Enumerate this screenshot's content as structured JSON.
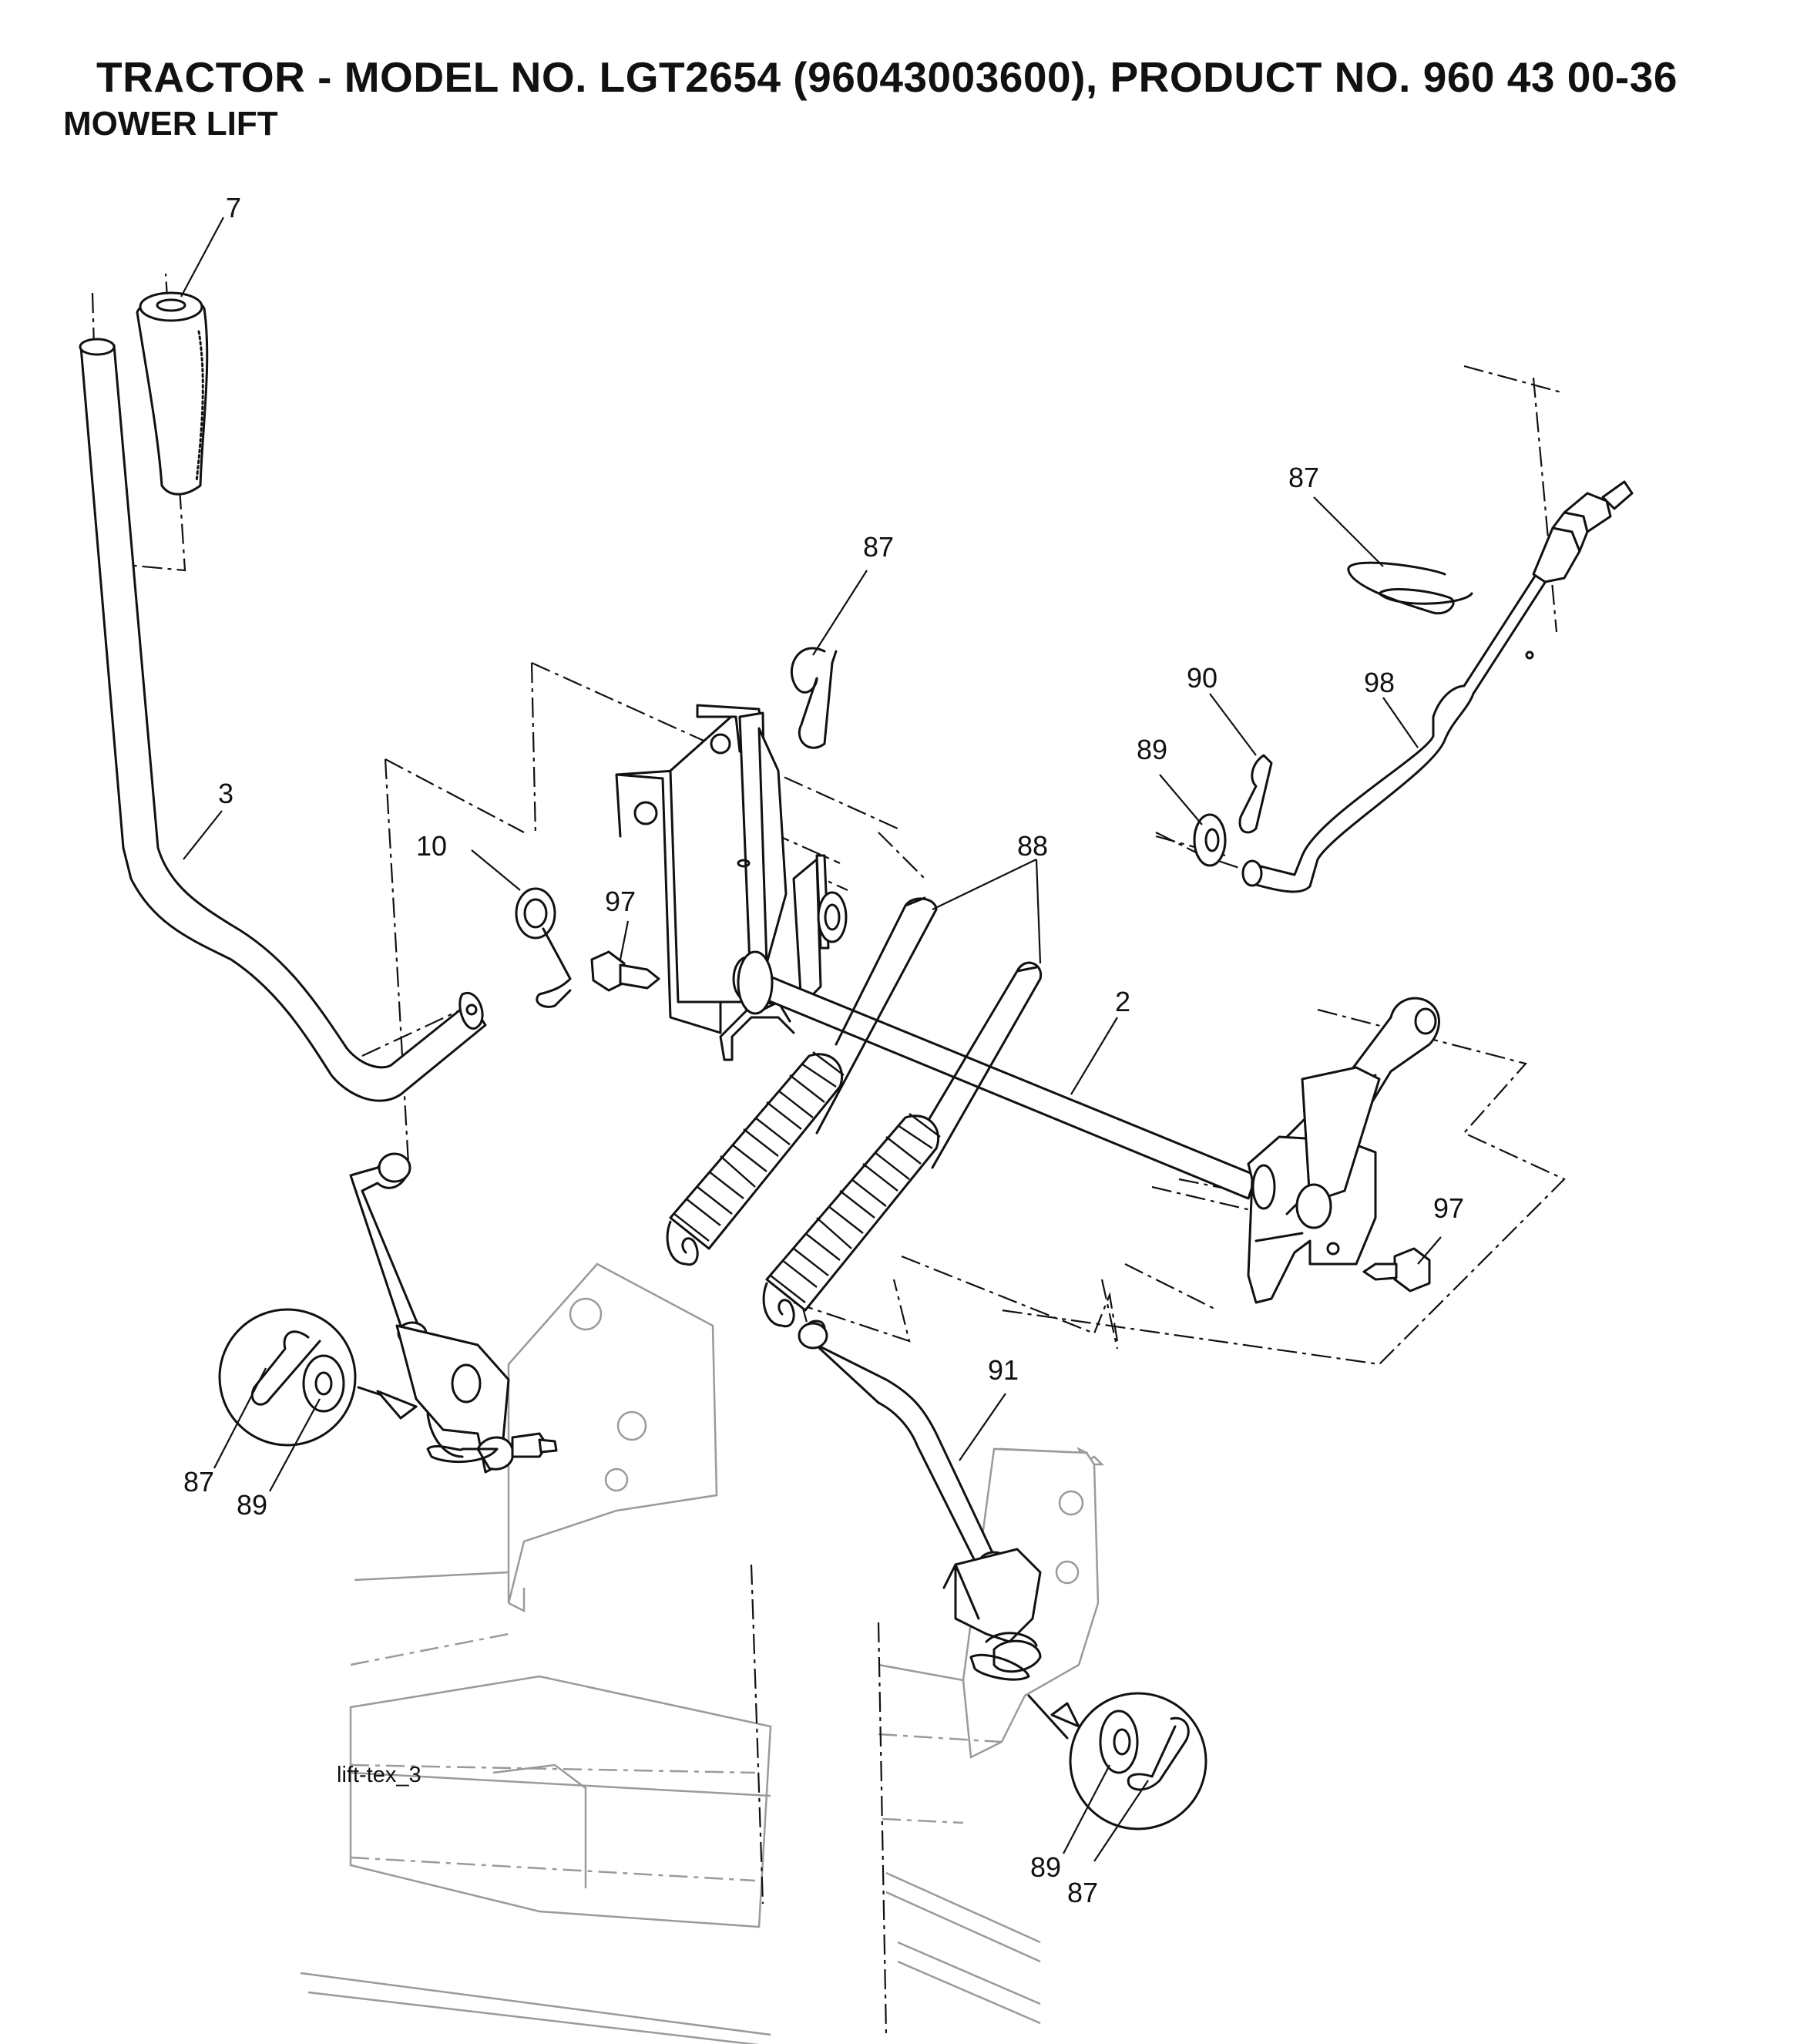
{
  "header": {
    "title": "TRACTOR - MODEL NO. LGT2654 (96043003600), PRODUCT NO. 960 43 00-36",
    "subtitle": "MOWER LIFT"
  },
  "figure_id": "lift-tex_3",
  "callouts": {
    "c7": "7",
    "c3": "3",
    "c10": "10",
    "c97_left": "97",
    "c87_center": "87",
    "c88": "88",
    "c2": "2",
    "c87_right": "87",
    "c90": "90",
    "c89_right": "89",
    "c98": "98",
    "c97_right": "97",
    "c91": "91",
    "c87_detail_left": "87",
    "c89_detail_left": "89",
    "c89_detail_right": "89",
    "c87_detail_right": "87"
  },
  "icons": [
    "grip-icon",
    "hairpin-clip-icon",
    "washer-icon",
    "spring-icon",
    "bolt-icon"
  ]
}
